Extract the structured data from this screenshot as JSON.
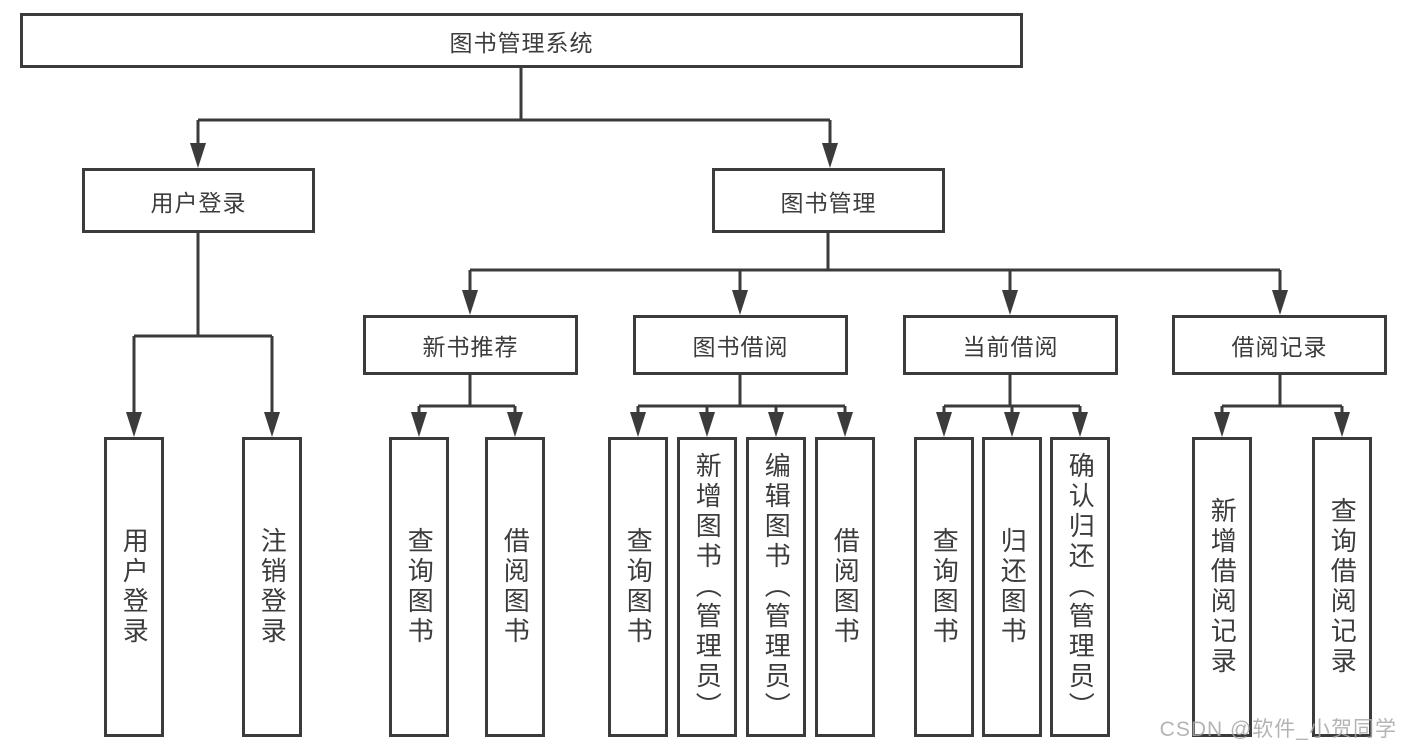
{
  "diagram": {
    "root": {
      "label": "图书管理系统"
    },
    "level2": [
      {
        "label": "用户登录"
      },
      {
        "label": "图书管理"
      }
    ],
    "level3": [
      {
        "label": "新书推荐"
      },
      {
        "label": "图书借阅"
      },
      {
        "label": "当前借阅"
      },
      {
        "label": "借阅记录"
      }
    ],
    "leaves": [
      {
        "label": "用户登录"
      },
      {
        "label": "注销登录"
      },
      {
        "label": "查询图书"
      },
      {
        "label": "借阅图书"
      },
      {
        "label": "查询图书"
      },
      {
        "label": "新增图书（管理员）"
      },
      {
        "label": "编辑图书（管理员）"
      },
      {
        "label": "借阅图书"
      },
      {
        "label": "查询图书"
      },
      {
        "label": "归还图书"
      },
      {
        "label": "确认归还（管理员）"
      },
      {
        "label": "新增借阅记录"
      },
      {
        "label": "查询借阅记录"
      }
    ]
  },
  "colors": {
    "line": "#3b3b3b",
    "text": "#3c3c3c",
    "watermark": "#a8a8a8"
  },
  "watermark": "CSDN @软件_小贺同学"
}
